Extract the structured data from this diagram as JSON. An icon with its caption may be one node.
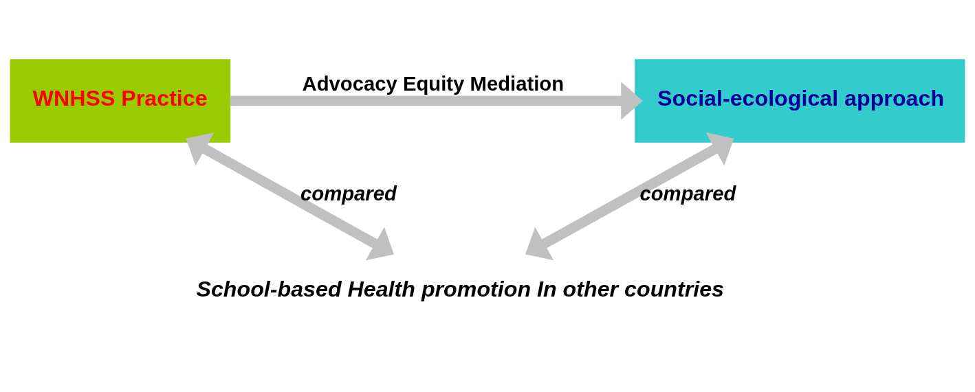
{
  "diagram": {
    "nodes": [
      {
        "text": [
          "WNHSS Practice"
        ]
      },
      {
        "text": [
          "Social-ecological approach"
        ]
      },
      {
        "text": [
          "School-based Health promotion In other countries"
        ]
      }
    ],
    "edges": [
      {
        "from": 0,
        "to": 1,
        "arrow": "to",
        "label": "Advocacy Equity Mediation"
      },
      {
        "from": 0,
        "to": 2,
        "arrow": "both",
        "label": "compared"
      },
      {
        "from": 1,
        "to": 2,
        "arrow": "both",
        "label": "compared"
      }
    ]
  }
}
